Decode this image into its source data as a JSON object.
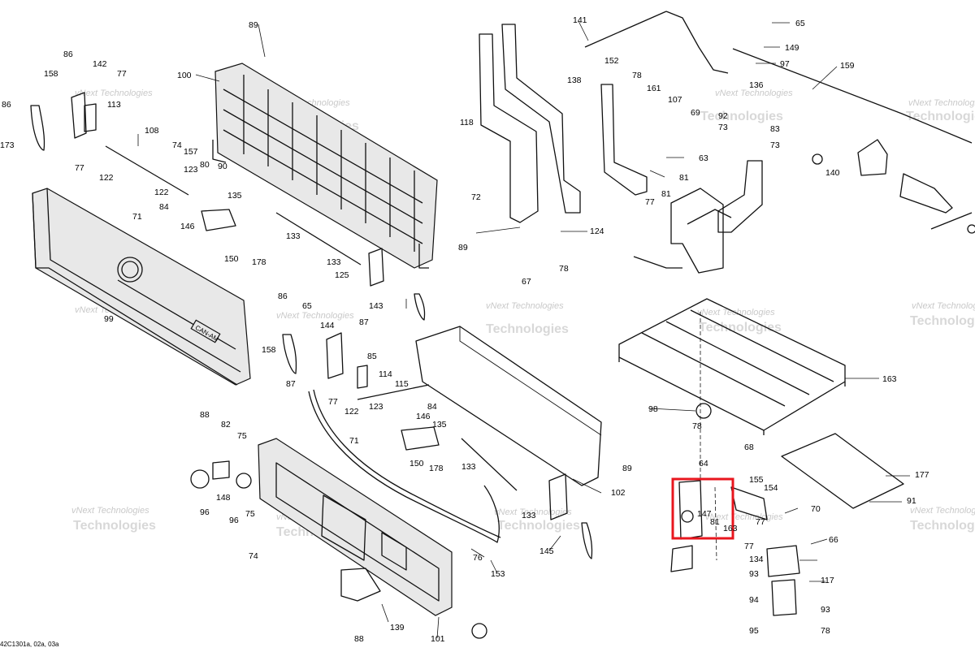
{
  "diagram": {
    "drawing_code": "42C1301a, 02a, 03a",
    "watermark_line1": "vNext Technologies",
    "watermark_line2": "Technologies",
    "brand_plate": "CAN-AM",
    "highlight_color": "#e8161e"
  },
  "callouts": [
    "89",
    "65",
    "141",
    "149",
    "97",
    "100",
    "86",
    "158",
    "142",
    "77",
    "113",
    "173",
    "86",
    "77",
    "108",
    "122",
    "74",
    "157",
    "90",
    "123",
    "80",
    "122",
    "84",
    "135",
    "146",
    "71",
    "150",
    "178",
    "133",
    "133",
    "125",
    "143",
    "118",
    "138",
    "152",
    "78",
    "161",
    "107",
    "69",
    "136",
    "92",
    "73",
    "83",
    "73",
    "159",
    "140",
    "63",
    "81",
    "81",
    "77",
    "72",
    "124",
    "67",
    "78",
    "89",
    "99",
    "86",
    "65",
    "158",
    "144",
    "87",
    "85",
    "87",
    "114",
    "77",
    "115",
    "122",
    "123",
    "84",
    "146",
    "135",
    "71",
    "150",
    "178",
    "133",
    "89",
    "102",
    "163",
    "98",
    "78",
    "68",
    "64",
    "155",
    "154",
    "147",
    "81",
    "163",
    "70",
    "77",
    "77",
    "66",
    "134",
    "93",
    "117",
    "94",
    "93",
    "95",
    "78",
    "177",
    "91",
    "88",
    "82",
    "75",
    "148",
    "96",
    "96",
    "75",
    "74",
    "76",
    "153",
    "133",
    "145",
    "139",
    "101",
    "88"
  ]
}
